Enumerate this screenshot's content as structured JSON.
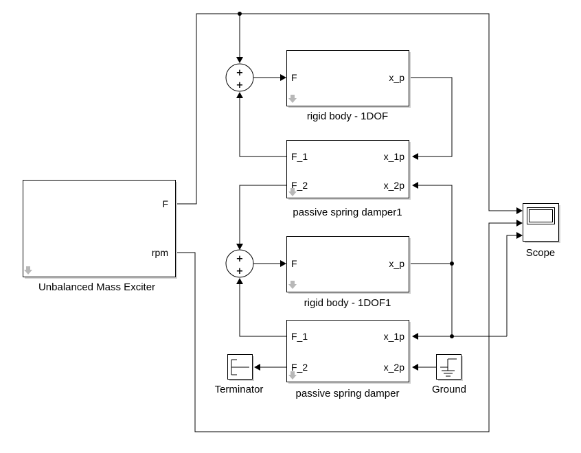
{
  "blocks": {
    "exciter": {
      "name": "Unbalanced Mass Exciter",
      "out_f": "F",
      "out_rpm": "rpm"
    },
    "rigid1": {
      "name": "rigid body - 1DOF",
      "in_f": "F",
      "out_xp": "x_p"
    },
    "damper1": {
      "name": "passive spring damper1",
      "in_f1": "F_1",
      "in_f2": "F_2",
      "in_x1p": "x_1p",
      "in_x2p": "x_2p"
    },
    "rigid2": {
      "name": "rigid body - 1DOF1",
      "in_f": "F",
      "out_xp": "x_p"
    },
    "damper2": {
      "name": "passive spring damper",
      "in_f1": "F_1",
      "in_f2": "F_2",
      "in_x1p": "x_1p",
      "in_x2p": "x_2p"
    },
    "scope": {
      "name": "Scope"
    },
    "terminator": {
      "name": "Terminator"
    },
    "ground": {
      "name": "Ground"
    }
  },
  "sum_signs": {
    "top": "+",
    "bottom": "+"
  }
}
